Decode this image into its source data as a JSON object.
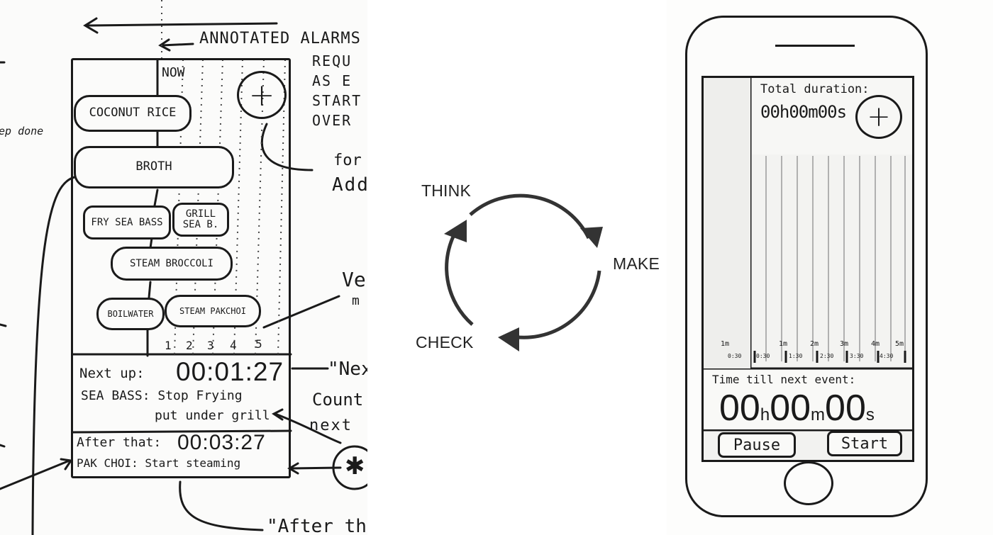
{
  "left_sketch": {
    "header_annotation": "ANNOTATED ALARMS",
    "side_note_lines": [
      "REQU",
      "AS E",
      "START",
      "OVER"
    ],
    "side_left_note": "ep done",
    "now_label": "NOW",
    "add_symbol": "+",
    "tasks": [
      "COCONUT RICE",
      "BROTH",
      "FRY SEA BASS",
      "GRILL SEA B.",
      "STEAM BROCCOLI",
      "BOILWATER",
      "STEAM PAKCHOI"
    ],
    "ticks": [
      "1",
      "2",
      "3",
      "4",
      "5"
    ],
    "next_up_label": "Next up:",
    "next_up_time": "00:01:27",
    "next_up_text_1": "SEA BASS: Stop Frying",
    "next_up_text_2": "put under grill",
    "after_label": "After that:",
    "after_time": "00:03:27",
    "after_text": "PAK CHOI: Start steaming",
    "right_notes": [
      "for",
      "Add",
      "Ve",
      "m",
      "\"Nex",
      "Count",
      "next",
      "\"After th"
    ]
  },
  "cycle": {
    "labels": {
      "think": "THINK",
      "make": "MAKE",
      "check": "CHECK"
    },
    "color": "#333333"
  },
  "right_sketch": {
    "total_duration_label": "Total duration:",
    "total_duration_value": "00h00m00s",
    "add_symbol": "+",
    "time_labels": [
      "1m",
      "2m",
      "3m",
      "4m",
      "5m"
    ],
    "sub_labels": [
      "0:30",
      "0:30",
      "1:30",
      "2:30",
      "3:30",
      "4:30"
    ],
    "next_event_label": "Time till next event:",
    "countdown": {
      "hours": "00",
      "h": "h",
      "minutes": "00",
      "m": "m",
      "seconds": "00",
      "s": "s"
    },
    "pause_label": "Pause",
    "start_label": "Start"
  }
}
